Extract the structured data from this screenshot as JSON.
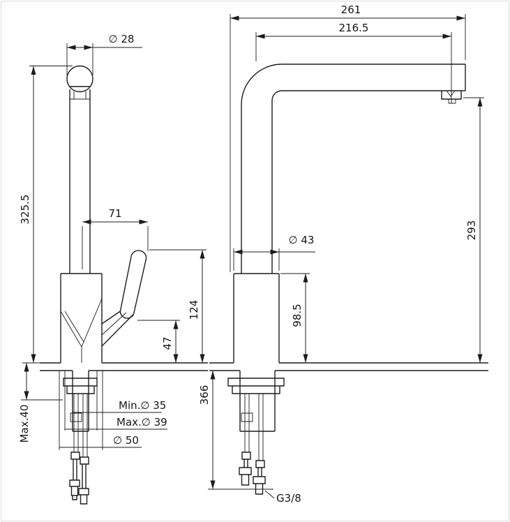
{
  "front_view": {
    "spout_diameter": "∅ 28",
    "total_height": "325.5",
    "handle_reach": "71",
    "handle_top_height": "124",
    "handle_bottom_height": "47",
    "max_deck_thickness": "Max.40",
    "min_hole_diameter": "Min.∅ 35",
    "max_hole_diameter": "Max.∅ 39",
    "base_diameter": "∅ 50"
  },
  "side_view": {
    "overall_depth": "261",
    "spout_reach": "216.5",
    "spout_height": "293",
    "body_diameter": "∅ 43",
    "body_height": "98.5",
    "under_counter_length": "366",
    "supply_connection": "G3/8"
  }
}
